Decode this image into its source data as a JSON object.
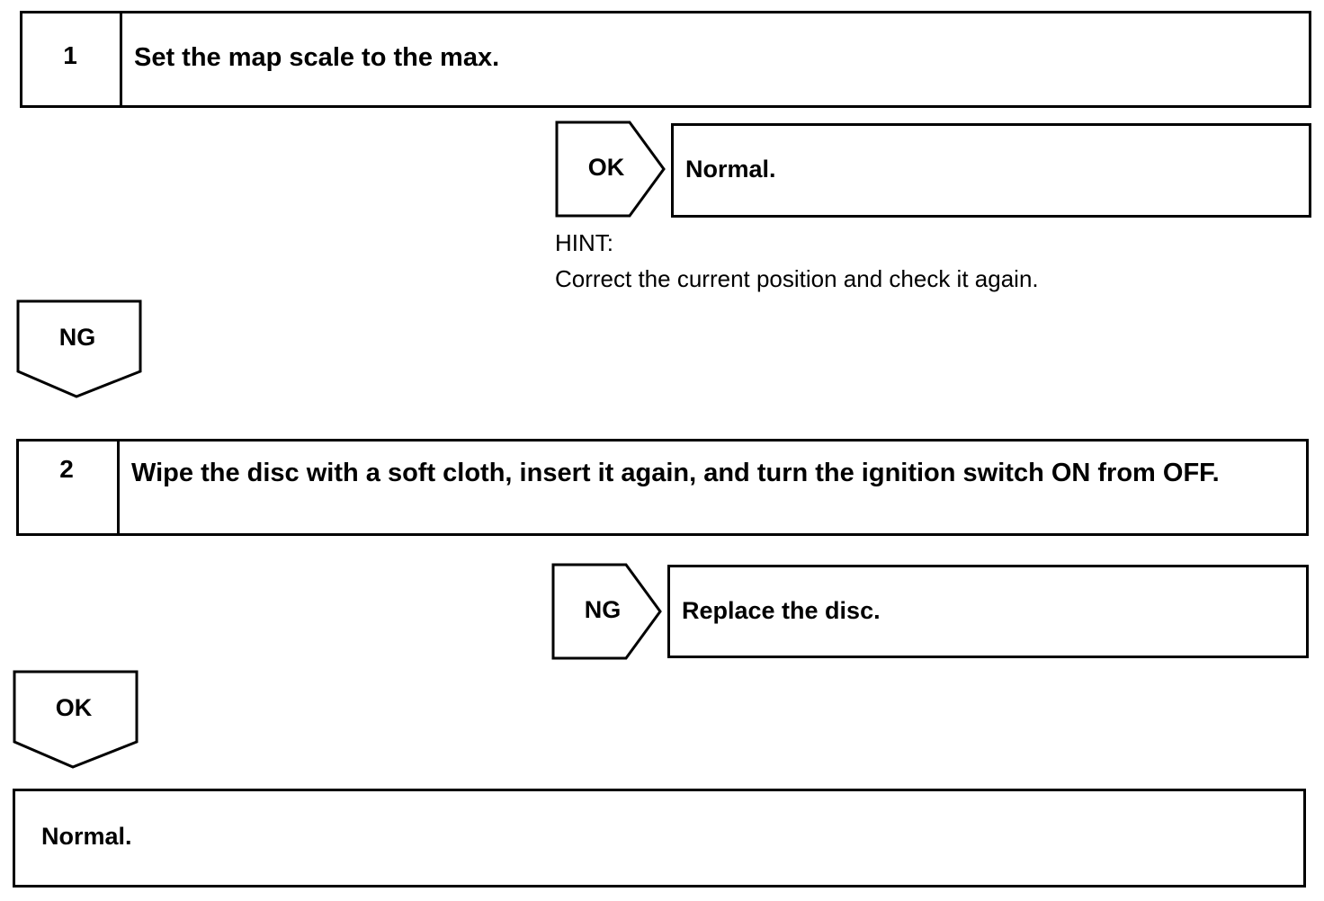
{
  "steps": [
    {
      "number": "1",
      "text": "Set the map scale to the max."
    },
    {
      "number": "2",
      "text": "Wipe the disc with a soft cloth, insert it again, and turn the ignition switch ON from OFF."
    }
  ],
  "branch1": {
    "label": "OK",
    "result": "Normal."
  },
  "hint": {
    "title": "HINT:",
    "text": "Correct the current position and check it again."
  },
  "down1": {
    "label": "NG"
  },
  "branch2": {
    "label": "NG",
    "result": "Replace the disc."
  },
  "down2": {
    "label": "OK"
  },
  "final": {
    "text": "Normal."
  }
}
